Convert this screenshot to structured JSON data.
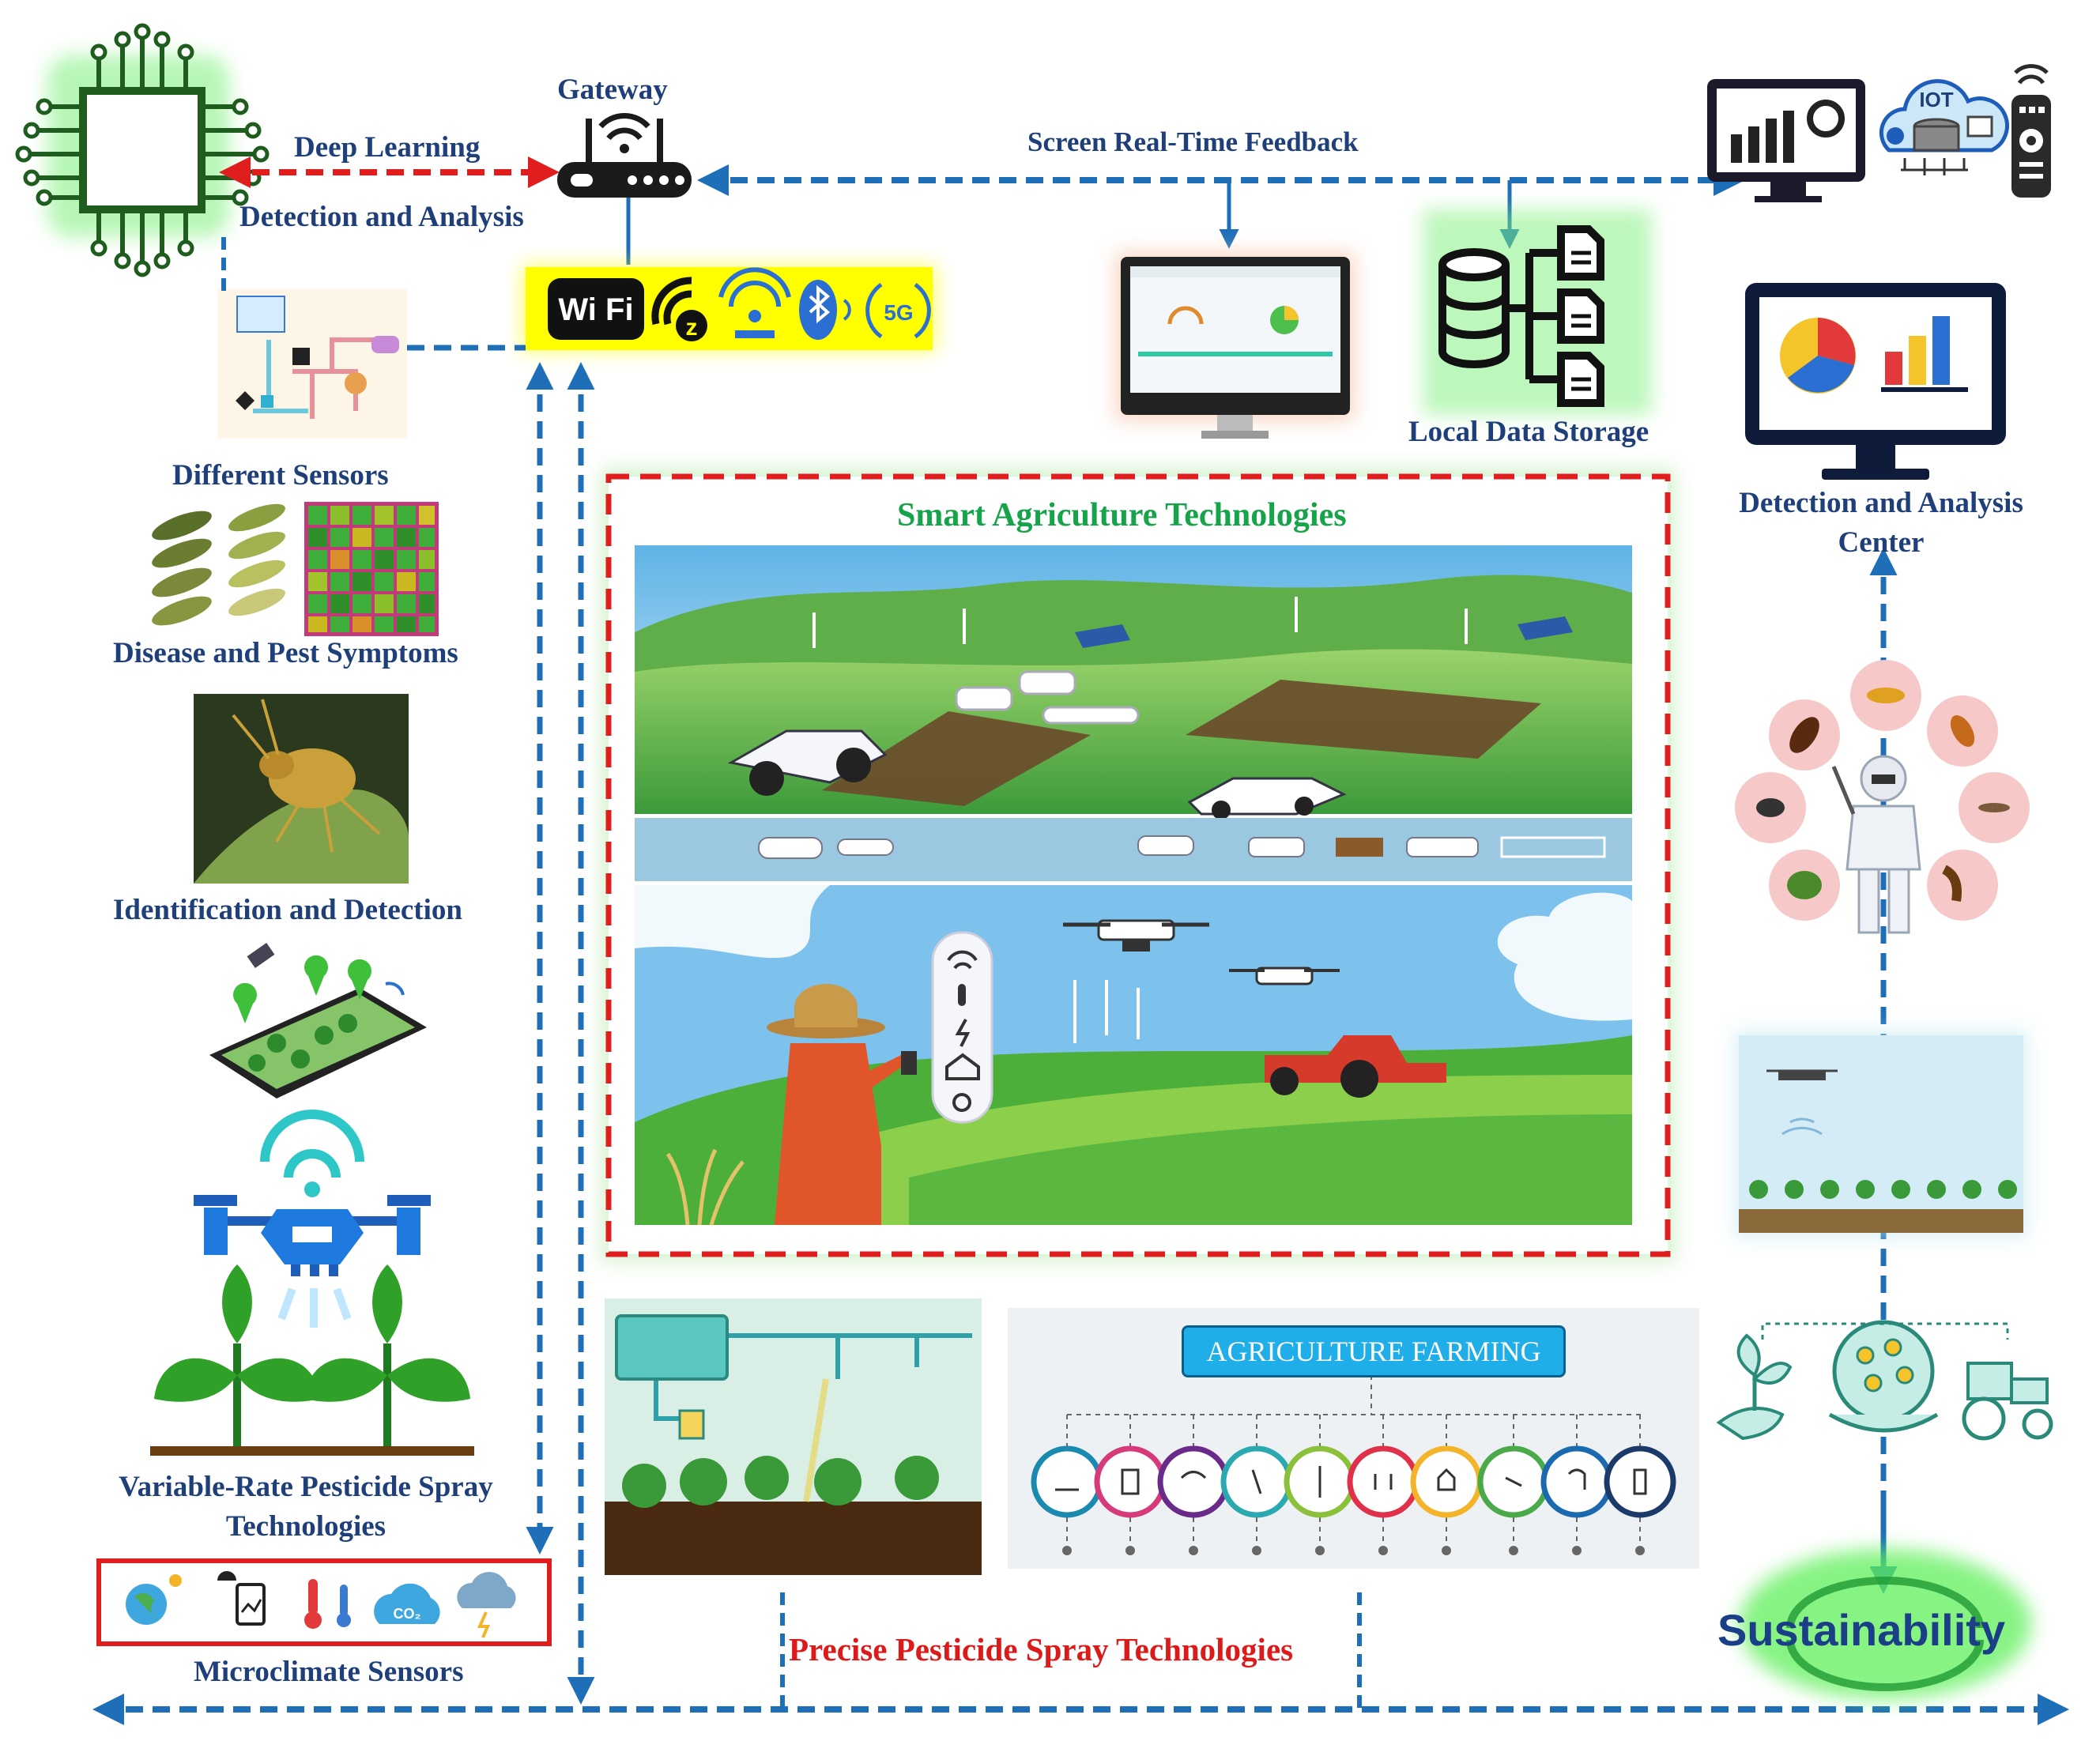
{
  "labels": {
    "gateway": "Gateway",
    "deep_learning": "Deep Learning",
    "detection_analysis": "Detection and Analysis",
    "screen_feedback": "Screen Real-Time Feedback",
    "local_storage": "Local Data Storage",
    "center": "Detection and Analysis Center",
    "different_sensors": "Different  Sensors",
    "disease_symptoms": "Disease and Pest Symptoms",
    "identification": "Identification and Detection",
    "variable_rate": "Variable-Rate Pesticide Spray Technologies",
    "microclimate": "Microclimate Sensors",
    "smart_agri": "Smart Agriculture Technologies",
    "precise_spray": "Precise Pesticide Spray Technologies",
    "agri_farming": "AGRICULTURE FARMING",
    "sustainability": "Sustainability",
    "wifi_text": "Wi Fi",
    "iot_text": "IOT",
    "fiveg_text": "5G",
    "co2_text": "CO₂"
  },
  "colors": {
    "label_blue": "#1f3f7a",
    "arrow_blue": "#1f6fb8",
    "arrow_red": "#e01e1e",
    "title_green": "#16a34a",
    "spray_red": "#dc1a1a",
    "wifi_bar": "#ffff00",
    "chip_green": "#1f9a33"
  },
  "icons": [
    "chip-icon",
    "router-icon",
    "wifi-icon",
    "zigbee-icon",
    "bluetooth-icon",
    "5g-icon",
    "monitor-icon",
    "database-icon",
    "iot-cloud-icon",
    "remote-icon",
    "drone-icon",
    "plant-icon",
    "smartphone-icon",
    "pest-icon",
    "tractor-icon"
  ]
}
